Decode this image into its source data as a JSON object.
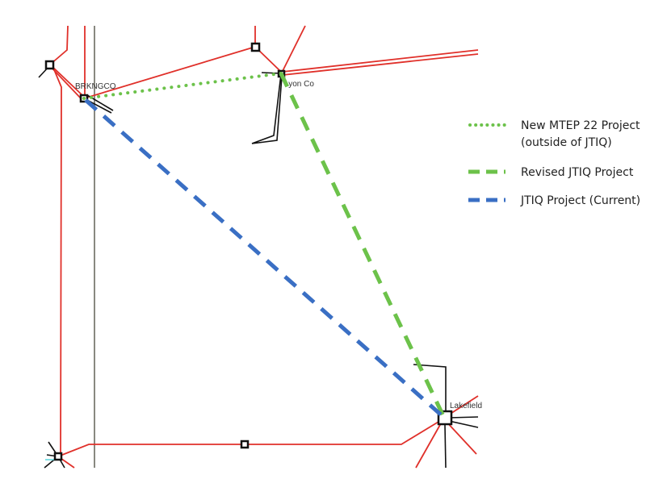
{
  "map": {
    "substations": [
      {
        "id": "brkngco",
        "label": "BRKNGCO"
      },
      {
        "id": "lyon",
        "label": "Lyon Co"
      },
      {
        "id": "lakefield",
        "label": "Lakefield"
      }
    ]
  },
  "legend": {
    "items": [
      {
        "line1": "New MTEP 22 Project",
        "line2": "(outside of JTIQ)",
        "style": "dotted",
        "color": "#6cc24a"
      },
      {
        "line1": "Revised JTIQ Project",
        "style": "dashed",
        "color": "#6cc24a"
      },
      {
        "line1": "JTIQ Project (Current)",
        "style": "dashed",
        "color": "#3a6fc4"
      }
    ]
  },
  "colors": {
    "line_red": "#e0302a",
    "line_gray": "#888880",
    "line_black": "#111111"
  }
}
